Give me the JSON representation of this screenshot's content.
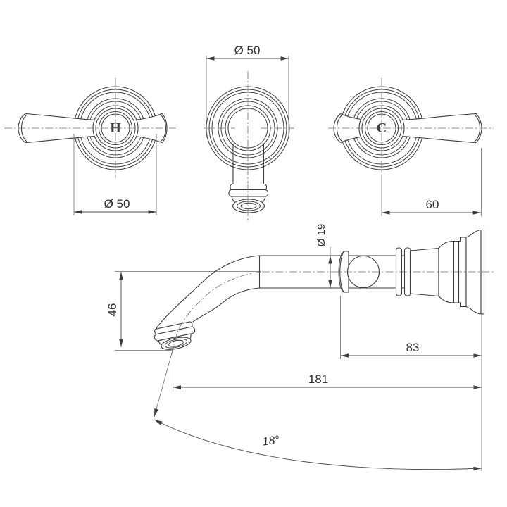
{
  "colors": {
    "background": "#ffffff",
    "object_line": "#3d3d3d",
    "thin_line": "#6e6e6e",
    "text": "#2f2f2f"
  },
  "views": {
    "hot_handle": {
      "letter": "H",
      "diameter_label": "Ø 50"
    },
    "spout_front": {
      "diameter_label": "Ø 50"
    },
    "cold_handle": {
      "letter": "C",
      "offset_label": "60"
    },
    "spout_side": {
      "diameter_label": "Ø 19",
      "drop_label": "46",
      "wall_distance_label": "83",
      "reach_label": "181",
      "angle_label": "18°"
    }
  }
}
